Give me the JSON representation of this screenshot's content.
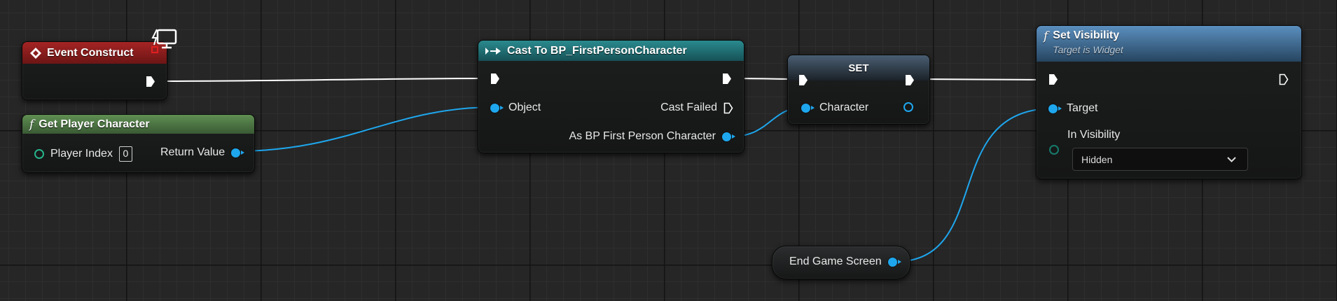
{
  "canvas": {
    "grid_color": "#262626"
  },
  "nodes": {
    "event_construct": {
      "title": "Event Construct",
      "header_color": "#8c1d1d",
      "icon": "event-diamond-icon",
      "badge_icon": "client-monitor-icon"
    },
    "get_player_character": {
      "title": "Get Player Character",
      "header_color": "#4f7a45",
      "icon": "function-icon",
      "fn_glyph": "f",
      "input_label": "Player Index",
      "input_value": "0",
      "output_label": "Return Value"
    },
    "cast_to": {
      "title": "Cast To BP_FirstPersonCharacter",
      "header_color": "#1f6f73",
      "icon": "cast-arrow-icon",
      "object_label": "Object",
      "cast_failed_label": "Cast Failed",
      "as_label": "As BP First Person Character"
    },
    "set": {
      "title": "SET",
      "header_color": "#3b4c5e",
      "var_label": "Character"
    },
    "set_visibility": {
      "title": "Set Visibility",
      "subtitle": "Target is Widget",
      "header_color": "#416b93",
      "icon": "function-icon",
      "fn_glyph": "f",
      "target_label": "Target",
      "in_visibility_label": "In Visibility",
      "in_visibility_value": "Hidden"
    },
    "end_game_screen": {
      "title": "End Game Screen"
    }
  },
  "colors": {
    "exec_pin": "#ffffff",
    "object_pin": "#1ea7ee",
    "int_pin": "#27b38a",
    "enum_pin": "#167a6b"
  }
}
